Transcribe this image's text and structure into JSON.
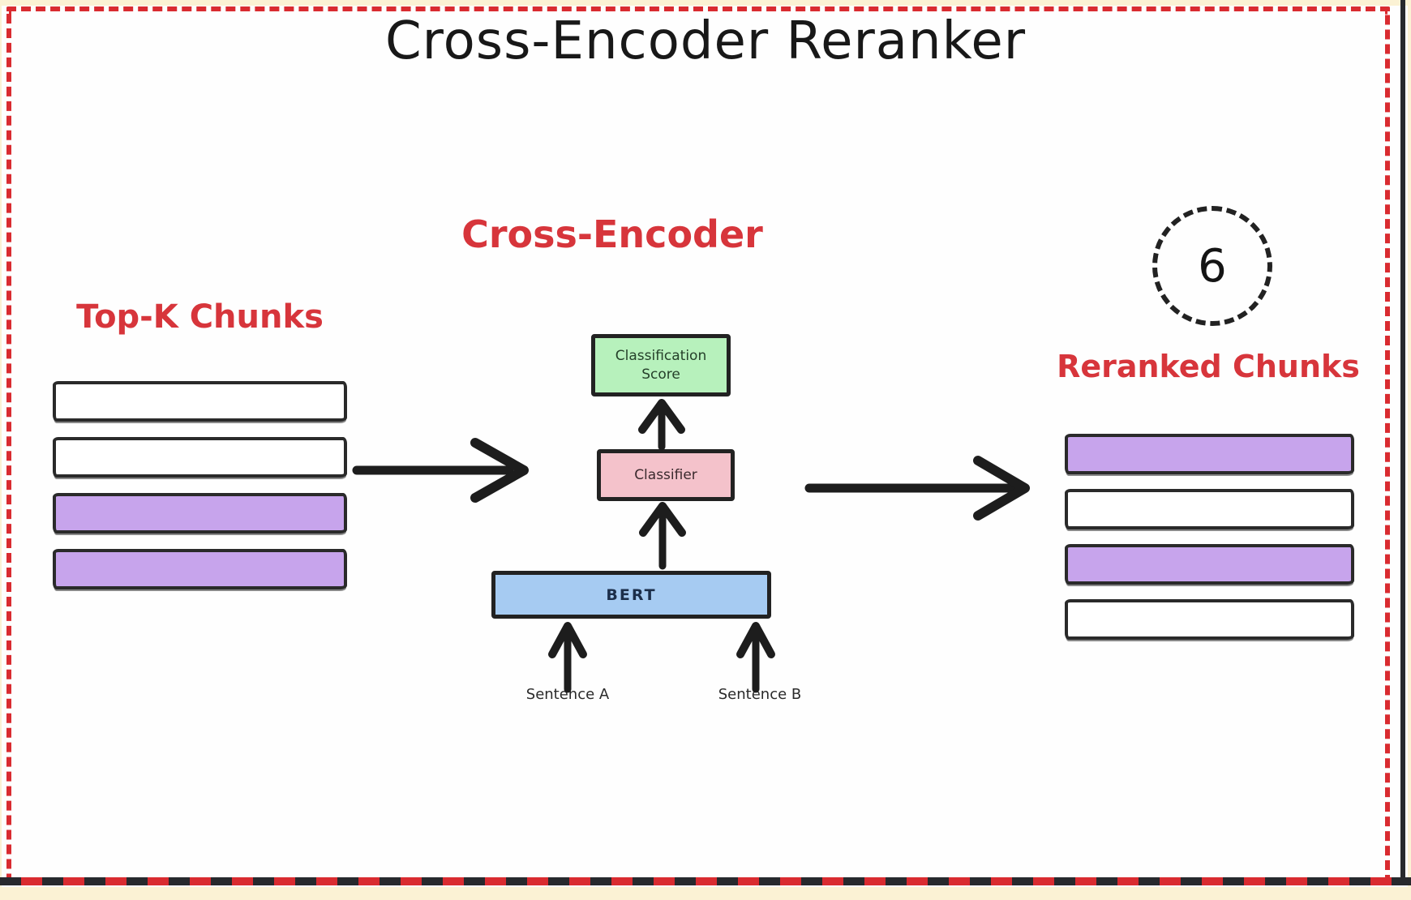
{
  "title": "Cross-Encoder Reranker",
  "left_stack": {
    "label": "Top-K Chunks",
    "chunks": [
      "white",
      "white",
      "purple",
      "purple"
    ]
  },
  "center": {
    "label": "Cross-Encoder",
    "score_label": "Classification Score",
    "classifier_label": "Classifier",
    "bert_label": "BERT",
    "inputs": [
      "Sentence A",
      "Sentence B"
    ]
  },
  "right_stack": {
    "label": "Reranked Chunks",
    "badge": "6",
    "chunks": [
      "purple",
      "white",
      "purple",
      "white"
    ]
  },
  "colors": {
    "accent_red": "#d7353b",
    "border_red": "#d92b30",
    "purple": "#c7a4ec",
    "green": "#b7f1bc",
    "pink": "#f4c2cb",
    "blue": "#a6cbf2",
    "ink": "#1d1d1d",
    "cream": "#fbf2d4"
  }
}
